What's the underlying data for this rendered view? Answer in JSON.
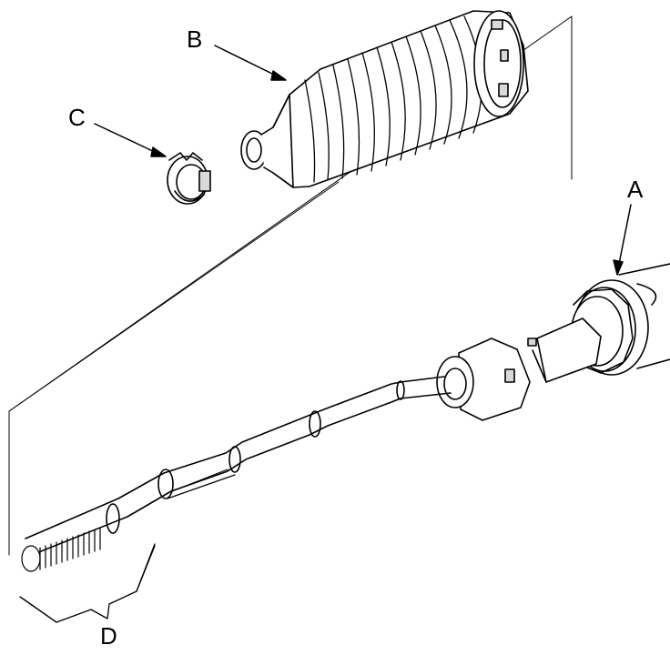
{
  "callouts": {
    "a": "A",
    "b": "B",
    "c": "C",
    "d": "D"
  },
  "colors": {
    "line": "#000000",
    "background": "#ffffff",
    "shade": "#d9d9d9"
  }
}
